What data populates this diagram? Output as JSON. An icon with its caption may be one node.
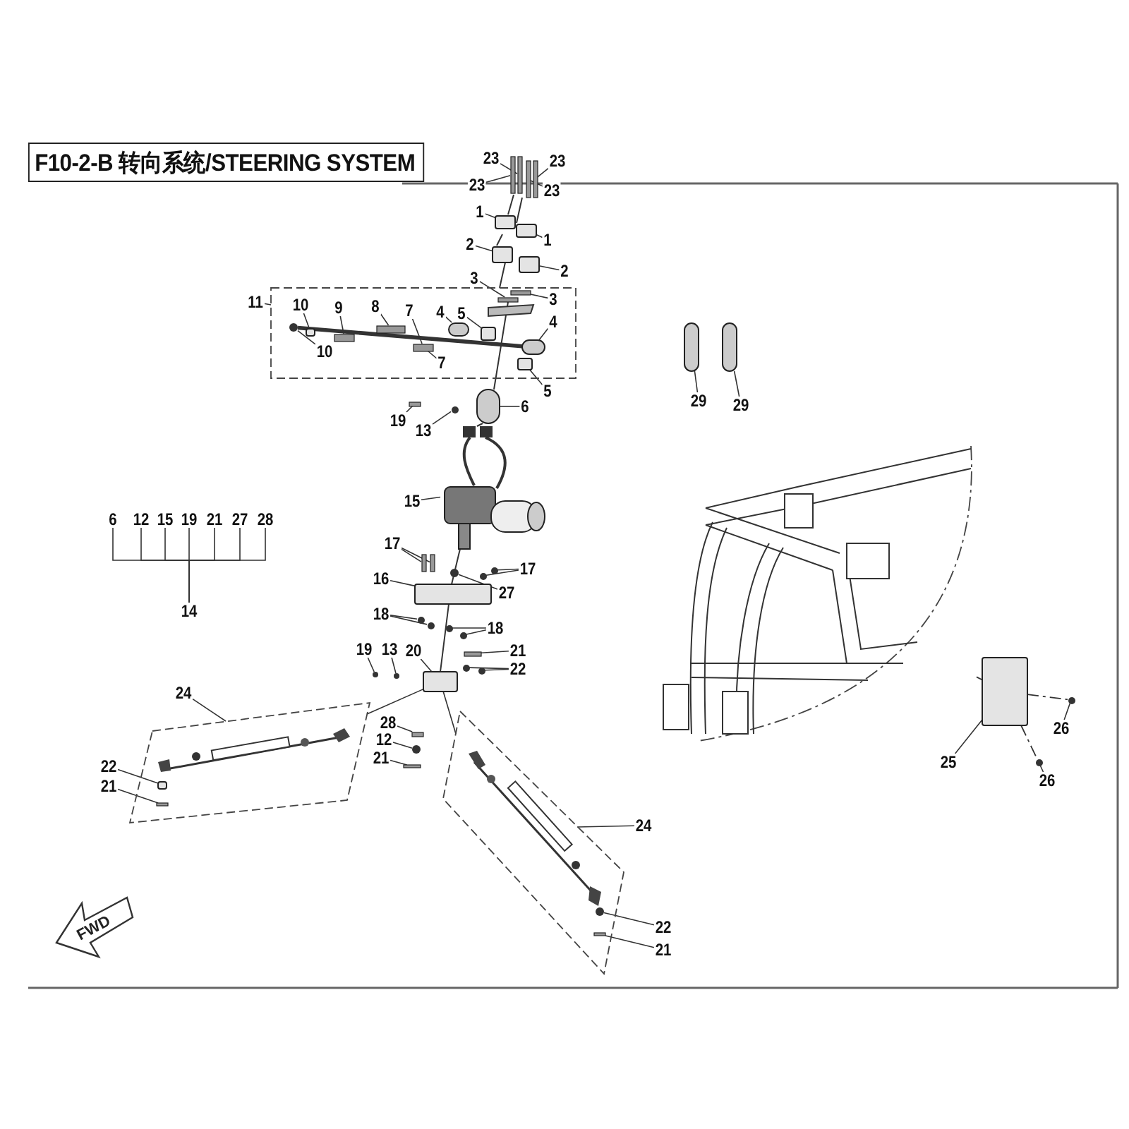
{
  "diagram": {
    "title": "F10-2-B 转向系统/STEERING SYSTEM",
    "nodes": [
      {
        "text": [
          "23"
        ]
      },
      {
        "text": [
          "23"
        ]
      },
      {
        "text": [
          "23"
        ]
      },
      {
        "text": [
          "23"
        ]
      },
      {
        "text": [
          "1"
        ]
      },
      {
        "text": [
          "1"
        ]
      },
      {
        "text": [
          "2"
        ]
      },
      {
        "text": [
          "2"
        ]
      },
      {
        "text": [
          "3"
        ]
      },
      {
        "text": [
          "11"
        ]
      },
      {
        "text": [],
        "shape": "box"
      },
      {
        "text": [
          "3"
        ],
        "in": 10
      },
      {
        "text": [
          "10"
        ],
        "in": 10
      },
      {
        "text": [
          "9"
        ],
        "in": 10
      },
      {
        "text": [
          "8"
        ],
        "in": 10
      },
      {
        "text": [
          "7"
        ],
        "in": 10
      },
      {
        "text": [
          "4"
        ],
        "in": 10
      },
      {
        "text": [
          "5"
        ],
        "in": 10
      },
      {
        "text": [
          "4"
        ],
        "in": 10
      },
      {
        "text": [
          "10"
        ],
        "in": 10
      },
      {
        "text": [
          "7"
        ],
        "in": 10
      },
      {
        "text": [
          "5"
        ]
      },
      {
        "text": [
          "6"
        ]
      },
      {
        "text": [
          "29"
        ]
      },
      {
        "text": [
          "29"
        ]
      },
      {
        "text": [
          "19"
        ]
      },
      {
        "text": [
          "13"
        ]
      },
      {
        "text": [
          "15"
        ]
      },
      {
        "text": [
          "6"
        ]
      },
      {
        "text": [
          "12"
        ]
      },
      {
        "text": [
          "15"
        ]
      },
      {
        "text": [
          "19"
        ]
      },
      {
        "text": [
          "21"
        ]
      },
      {
        "text": [
          "27"
        ]
      },
      {
        "text": [
          "28"
        ]
      },
      {
        "text": [
          "14"
        ]
      },
      {
        "text": [
          "17"
        ]
      },
      {
        "text": [
          "17"
        ]
      },
      {
        "text": [
          "16"
        ]
      },
      {
        "text": [
          "27"
        ]
      },
      {
        "text": [
          "18"
        ]
      },
      {
        "text": [
          "18"
        ]
      },
      {
        "text": [
          "19"
        ]
      },
      {
        "text": [
          "13"
        ]
      },
      {
        "text": [
          "20"
        ]
      },
      {
        "text": [
          "21"
        ]
      },
      {
        "text": [
          "22"
        ]
      },
      {
        "text": [
          "24"
        ]
      },
      {
        "text": [],
        "shape": "box"
      },
      {
        "text": [
          "28"
        ]
      },
      {
        "text": [
          "12"
        ]
      },
      {
        "text": [
          "21"
        ]
      },
      {
        "text": [
          "25"
        ]
      },
      {
        "text": [
          "26"
        ]
      },
      {
        "text": [
          "22"
        ]
      },
      {
        "text": [
          "21"
        ]
      },
      {
        "text": [
          "26"
        ]
      },
      {
        "text": [],
        "shape": "box"
      },
      {
        "text": [
          "24"
        ]
      },
      {
        "text": [
          "22"
        ]
      },
      {
        "text": [
          "21"
        ]
      },
      {
        "text": [],
        "shape": "bar"
      },
      {
        "text": [],
        "shape": "bar"
      },
      {
        "text": [],
        "shape": "bar"
      },
      {
        "text": [],
        "shape": "bar"
      },
      {
        "text": [],
        "shape": "box"
      },
      {
        "text": [],
        "shape": "box"
      },
      {
        "text": [],
        "shape": "box"
      },
      {
        "text": [],
        "shape": "box"
      },
      {
        "text": [],
        "shape": "bar",
        "in": 10
      },
      {
        "text": [],
        "shape": "bar",
        "in": 10
      },
      {
        "text": [],
        "shape": "circle",
        "in": 10
      },
      {
        "text": [],
        "shape": "box",
        "in": 10
      },
      {
        "text": [],
        "shape": "bar",
        "in": 10
      },
      {
        "text": [],
        "shape": "bar",
        "in": 10
      },
      {
        "text": [],
        "shape": "bar",
        "in": 10
      },
      {
        "text": [],
        "shape": "cylinder",
        "in": 10
      },
      {
        "text": [],
        "shape": "box",
        "in": 10
      },
      {
        "text": [],
        "shape": "cylinder",
        "in": 10
      },
      {
        "text": [],
        "shape": "box",
        "in": 10
      },
      {
        "text": [],
        "shape": "cylinder"
      },
      {
        "text": [],
        "shape": "cylinder"
      },
      {
        "text": [],
        "shape": "cylinder"
      },
      {
        "text": [],
        "shape": "bar"
      },
      {
        "text": [],
        "shape": "circle"
      },
      {
        "text": [],
        "shape": "picture"
      },
      {
        "text": [],
        "shape": "bar"
      },
      {
        "text": [],
        "shape": "bar"
      },
      {
        "text": [],
        "shape": "circle"
      },
      {
        "text": [],
        "shape": "circle"
      },
      {
        "text": [],
        "shape": "circle"
      },
      {
        "text": [],
        "shape": "box"
      },
      {
        "text": [],
        "shape": "circle"
      },
      {
        "text": [],
        "shape": "circle"
      },
      {
        "text": [],
        "shape": "circle"
      },
      {
        "text": [],
        "shape": "circle"
      },
      {
        "text": [],
        "shape": "circle"
      },
      {
        "text": [],
        "shape": "circle"
      },
      {
        "text": [],
        "shape": "box"
      },
      {
        "text": [],
        "shape": "bar"
      },
      {
        "text": [],
        "shape": "circle"
      },
      {
        "text": [],
        "shape": "circle"
      },
      {
        "text": [],
        "shape": "bar"
      },
      {
        "text": [],
        "shape": "circle"
      },
      {
        "text": [],
        "shape": "bar"
      },
      {
        "text": [],
        "shape": "box",
        "in": 48
      },
      {
        "text": [],
        "shape": "bar",
        "in": 48
      },
      {
        "text": [],
        "shape": "box"
      },
      {
        "text": [],
        "shape": "circle"
      },
      {
        "text": [],
        "shape": "circle"
      },
      {
        "text": [],
        "shape": "circle",
        "in": 57
      },
      {
        "text": [],
        "shape": "bar",
        "in": 57
      },
      {
        "text": [],
        "shape": "picture"
      }
    ],
    "edges": [
      {
        "from": 0,
        "to": 62,
        "arrow": "none"
      },
      {
        "from": 2,
        "to": 61,
        "arrow": "none"
      },
      {
        "from": 1,
        "to": 64,
        "arrow": "none"
      },
      {
        "from": 3,
        "to": 63,
        "arrow": "none"
      },
      {
        "from": 4,
        "to": 65,
        "arrow": "none"
      },
      {
        "from": 5,
        "to": 66,
        "arrow": "none"
      },
      {
        "from": 6,
        "to": 67,
        "arrow": "none"
      },
      {
        "from": 7,
        "to": 68,
        "arrow": "none"
      },
      {
        "from": 8,
        "to": 69,
        "arrow": "none"
      },
      {
        "from": 11,
        "to": 70,
        "arrow": "none"
      },
      {
        "from": 9,
        "to": 10,
        "arrow": "none"
      },
      {
        "from": 12,
        "to": 72,
        "arrow": "none"
      },
      {
        "from": 19,
        "to": 71,
        "arrow": "none"
      },
      {
        "from": 13,
        "to": 73,
        "arrow": "none"
      },
      {
        "from": 14,
        "to": 74,
        "arrow": "none"
      },
      {
        "from": 15,
        "to": 75,
        "arrow": "none"
      },
      {
        "from": 20,
        "to": 75,
        "arrow": "none"
      },
      {
        "from": 16,
        "to": 76,
        "arrow": "none"
      },
      {
        "from": 17,
        "to": 77,
        "arrow": "none"
      },
      {
        "from": 18,
        "to": 78,
        "arrow": "none"
      },
      {
        "from": 21,
        "to": 79,
        "arrow": "none"
      },
      {
        "from": 22,
        "to": 80,
        "arrow": "none"
      },
      {
        "from": 23,
        "to": 81,
        "arrow": "none"
      },
      {
        "from": 24,
        "to": 82,
        "arrow": "none"
      },
      {
        "from": 25,
        "to": 83,
        "arrow": "none"
      },
      {
        "from": 26,
        "to": 84,
        "arrow": "none"
      },
      {
        "from": 27,
        "to": 85,
        "arrow": "none"
      },
      {
        "from": 36,
        "to": 86,
        "arrow": "none"
      },
      {
        "from": 36,
        "to": 87,
        "arrow": "none"
      },
      {
        "from": 37,
        "to": 89,
        "arrow": "none"
      },
      {
        "from": 37,
        "to": 90,
        "arrow": "none"
      },
      {
        "from": 38,
        "to": 91,
        "arrow": "none"
      },
      {
        "from": 39,
        "to": 88,
        "arrow": "none"
      },
      {
        "from": 40,
        "to": 92,
        "arrow": "none"
      },
      {
        "from": 40,
        "to": 93,
        "arrow": "none"
      },
      {
        "from": 41,
        "to": 94,
        "arrow": "none"
      },
      {
        "from": 41,
        "to": 95,
        "arrow": "none"
      },
      {
        "from": 42,
        "to": 96,
        "arrow": "none"
      },
      {
        "from": 43,
        "to": 97,
        "arrow": "none"
      },
      {
        "from": 44,
        "to": 98,
        "arrow": "none"
      },
      {
        "from": 45,
        "to": 99,
        "arrow": "none"
      },
      {
        "from": 46,
        "to": 100,
        "arrow": "none"
      },
      {
        "from": 46,
        "to": 101,
        "arrow": "none"
      },
      {
        "from": 47,
        "to": 48,
        "arrow": "none"
      },
      {
        "from": 49,
        "to": 102,
        "arrow": "none"
      },
      {
        "from": 50,
        "to": 103,
        "arrow": "none"
      },
      {
        "from": 51,
        "to": 104,
        "arrow": "none"
      },
      {
        "from": 52,
        "to": 107,
        "arrow": "none"
      },
      {
        "from": 53,
        "to": 108,
        "arrow": "none"
      },
      {
        "from": 54,
        "to": 105,
        "arrow": "none"
      },
      {
        "from": 55,
        "to": 106,
        "arrow": "none"
      },
      {
        "from": 56,
        "to": 109,
        "arrow": "none"
      },
      {
        "from": 58,
        "to": 57,
        "arrow": "none"
      },
      {
        "from": 59,
        "to": 110,
        "arrow": "none"
      },
      {
        "from": 60,
        "to": 111,
        "arrow": "none"
      },
      {
        "from": 28,
        "to": 35,
        "arrow": "none"
      },
      {
        "from": 29,
        "to": 35,
        "arrow": "none"
      },
      {
        "from": 30,
        "to": 35,
        "arrow": "none"
      },
      {
        "from": 31,
        "to": 35,
        "arrow": "none"
      },
      {
        "from": 32,
        "to": 35,
        "arrow": "none"
      },
      {
        "from": 33,
        "to": 35,
        "arrow": "none"
      },
      {
        "from": 34,
        "to": 35,
        "arrow": "none"
      },
      {
        "from": 98,
        "to": 48,
        "arrow": "none"
      },
      {
        "from": 98,
        "to": 57,
        "arrow": "none"
      },
      {
        "from": 112,
        "to": 107,
        "arrow": "none",
        "style": "dashed"
      },
      {
        "from": 107,
        "to": 108,
        "arrow": "none",
        "style": "dashed"
      },
      {
        "from": 107,
        "to": 109,
        "arrow": "none",
        "style": "dashed"
      },
      {
        "from": 71,
        "to": 78,
        "arrow": "none",
        "style": "thick"
      }
    ],
    "labels": [
      "FWD"
    ]
  }
}
